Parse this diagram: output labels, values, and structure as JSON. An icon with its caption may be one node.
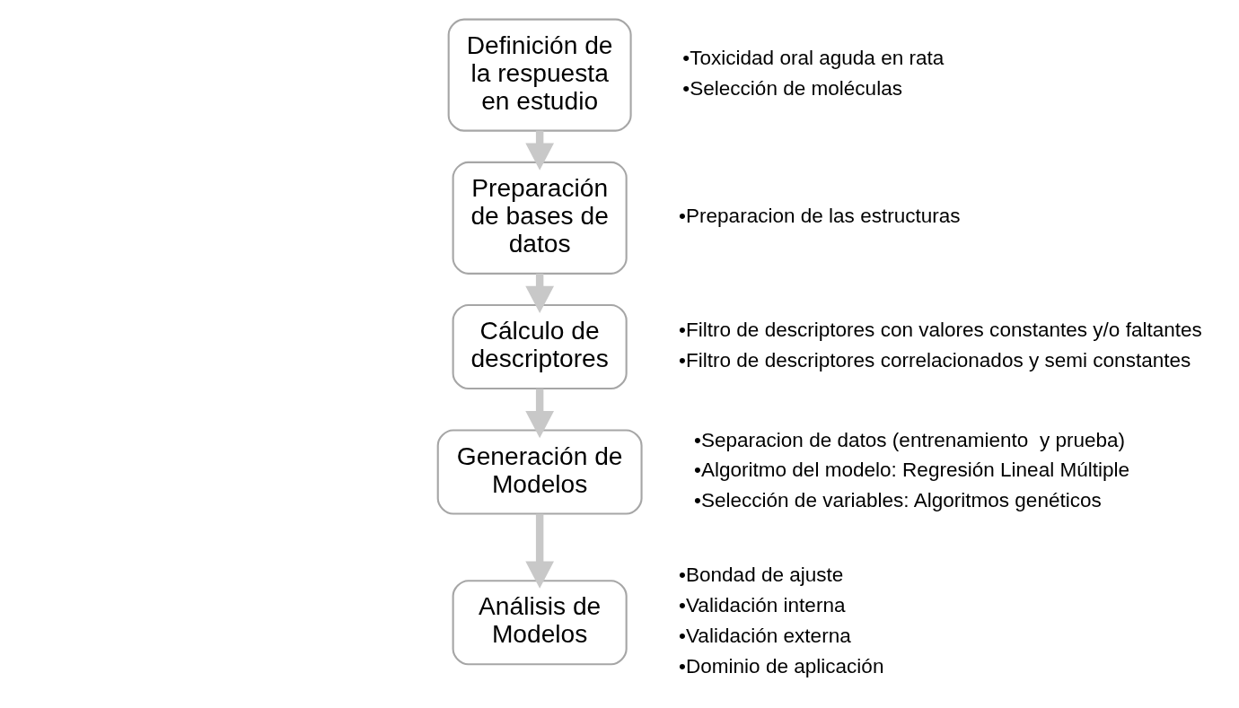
{
  "diagram": {
    "nodes": [
      {
        "text": [
          "Definición de la respuesta en estudio"
        ],
        "beside": [
          "•Toxicidad oral aguda en rata",
          "•Selección de moléculas"
        ]
      },
      {
        "text": [
          "Preparación de bases de datos"
        ],
        "beside": [
          "•Preparacion de las estructuras"
        ]
      },
      {
        "text": [
          "Cálculo de descriptores"
        ],
        "beside": [
          "•Filtro de descriptores con valores constantes y/o faltantes",
          "•Filtro de descriptores correlacionados y semi constantes"
        ]
      },
      {
        "text": [
          "Generación de Modelos"
        ],
        "beside": [
          "•Separacion de datos (entrenamiento  y prueba)",
          "•Algoritmo del modelo: Regresión Lineal Múltiple",
          "•Selección de variables: Algoritmos genéticos"
        ]
      },
      {
        "text": [
          "Análisis de Modelos"
        ],
        "beside": [
          "•Bondad de ajuste",
          "•Validación interna",
          "•Validación externa",
          "•Dominio de aplicación"
        ]
      }
    ],
    "edges": [
      {
        "from": 0,
        "to": 1,
        "arrow": "to"
      },
      {
        "from": 1,
        "to": 2,
        "arrow": "to"
      },
      {
        "from": 2,
        "to": 3,
        "arrow": "to"
      },
      {
        "from": 3,
        "to": 4,
        "arrow": "to"
      }
    ]
  }
}
